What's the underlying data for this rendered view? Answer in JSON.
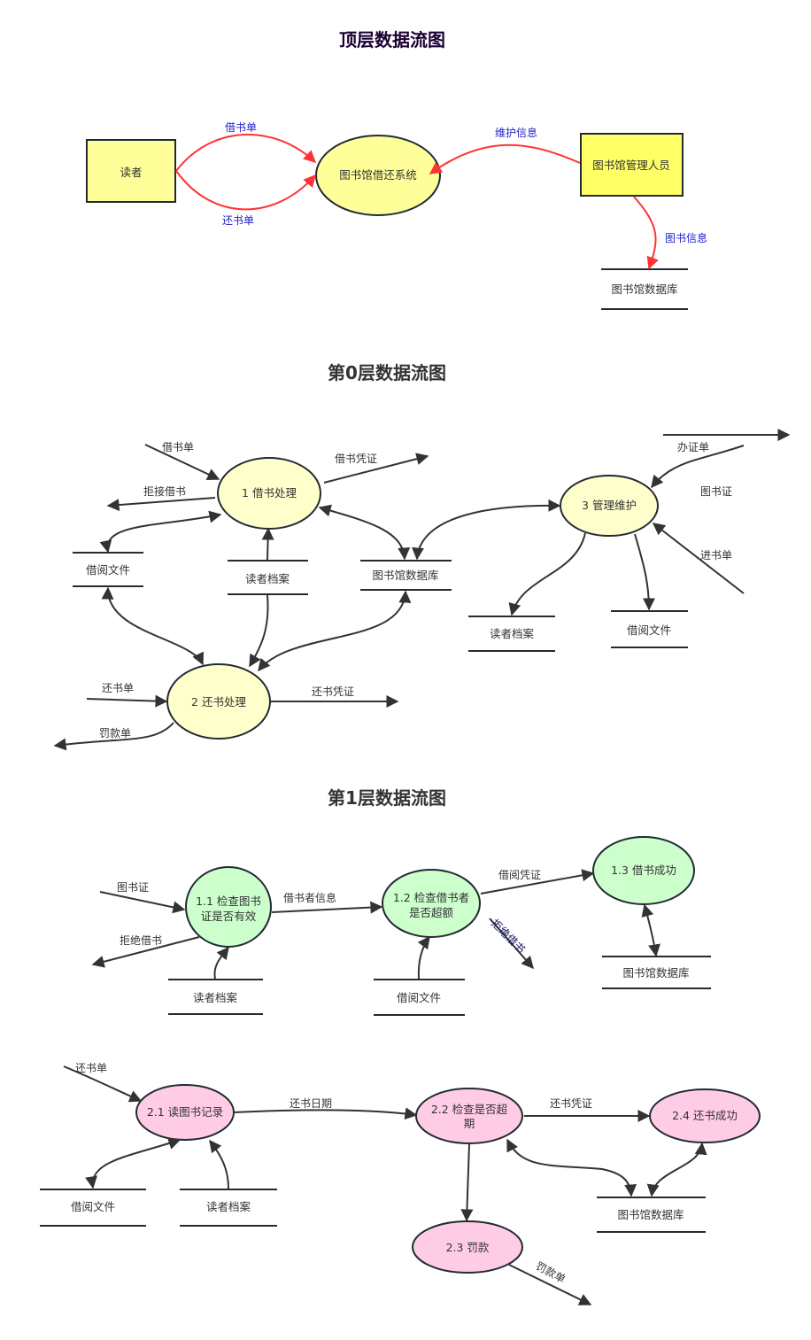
{
  "colors": {
    "top_title": "#1a0033",
    "section_title": "#333333",
    "entity_light_yellow": "#ffff99",
    "entity_bright_yellow": "#ffff66",
    "process_yellow": "#ffffcc",
    "process_green": "#ccffcc",
    "process_pink": "#ffcce6",
    "red_flow": "#ff3333",
    "blue_label": "#2222cc",
    "navy_label": "#1a1a66",
    "stroke": "#333333"
  },
  "top": {
    "title": "顶层数据流图",
    "entities": {
      "reader": "读者",
      "librarian": "图书馆管理人员"
    },
    "system": "图书馆借还系统",
    "store": "图书馆数据库",
    "flows": {
      "borrow_form": "借书单",
      "return_form": "还书单",
      "maintain_info": "维护信息",
      "book_info": "图书信息"
    }
  },
  "level0": {
    "title": "第0层数据流图",
    "processes": {
      "p1": "1 借书处理",
      "p2": "2 还书处理",
      "p3": "3 管理维护"
    },
    "stores": {
      "borrow_files_left": "借阅文件",
      "reader_archive_mid": "读者档案",
      "library_db": "图书馆数据库",
      "reader_archive_right": "读者档案",
      "borrow_files_right": "借阅文件"
    },
    "flows": {
      "borrow_form": "借书单",
      "borrow_voucher": "借书凭证",
      "reject_borrow": "拒接借书",
      "return_form": "还书单",
      "return_voucher": "还书凭证",
      "fine_form": "罚款单",
      "card_application": "办证单",
      "library_card": "图书证",
      "purchase_form": "进书单"
    }
  },
  "level1": {
    "title": "第1层数据流图",
    "borrow": {
      "processes": {
        "p11_line1": "1.1 检查图书",
        "p11_line2": "证是否有效",
        "p12_line1": "1.2 检查借书者",
        "p12_line2": "是否超额",
        "p13": "1.3 借书成功"
      },
      "stores": {
        "reader_archive": "读者档案",
        "borrow_files": "借阅文件",
        "library_db": "图书馆数据库"
      },
      "flows": {
        "library_card": "图书证",
        "reject_borrow_1": "拒绝借书",
        "borrower_info": "借书者信息",
        "borrow_voucher": "借阅凭证",
        "reject_borrow_2": "拒绝借书"
      }
    },
    "return": {
      "processes": {
        "p21": "2.1 读图书记录",
        "p22_line1": "2.2 检查是否超",
        "p22_line2": "期",
        "p23": "2.3 罚款",
        "p24": "2.4 还书成功"
      },
      "stores": {
        "borrow_files": "借阅文件",
        "reader_archive": "读者档案",
        "library_db": "图书馆数据库"
      },
      "flows": {
        "return_form": "还书单",
        "return_date": "还书日期",
        "return_voucher": "还书凭证",
        "fine_form": "罚款单"
      }
    }
  }
}
